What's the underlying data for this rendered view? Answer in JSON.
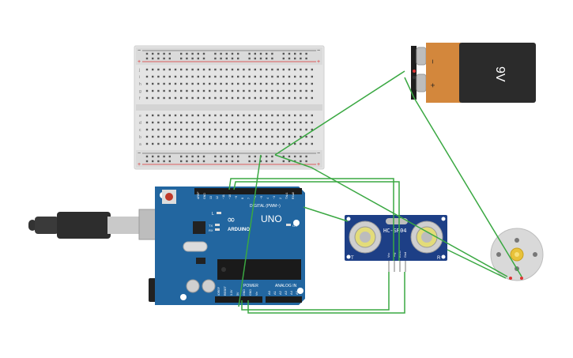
{
  "battery": {
    "label": "9V",
    "minus": "−",
    "plus": "+",
    "body_color": "#2b2b2b",
    "band_color": "#d3873c"
  },
  "arduino": {
    "board_name": "UNO",
    "brand": "ARDUINO",
    "digital_label": "DIGITAL (PWM~)",
    "analog_label": "ANALOG IN",
    "power_label": "POWER",
    "led_l": "L",
    "led_tx": "TX",
    "led_rx": "RX",
    "led_on": "ON",
    "board_color": "#2266a0",
    "digital_pins": [
      "AREF",
      "GND",
      "13",
      "12",
      "~11",
      "~10",
      "~9",
      "8",
      "7",
      "~6",
      "~5",
      "4",
      "~3",
      "2",
      "TX▸1",
      "RX◂0"
    ],
    "power_pins": [
      "IOREF",
      "RESET",
      "3.3V",
      "5V",
      "GND",
      "GND",
      "Vin"
    ],
    "analog_pins": [
      "A0",
      "A1",
      "A2",
      "A3",
      "A4",
      "A5"
    ]
  },
  "sensor": {
    "model": "HC-SR04",
    "left_mark": "T",
    "right_mark": "R",
    "pins": [
      "Vcc",
      "Trig",
      "Echo",
      "Gnd"
    ],
    "board_color": "#1d3f86"
  },
  "breadboard": {
    "rows_top": [
      "j",
      "i",
      "h",
      "g",
      "f"
    ],
    "rows_bottom": [
      "e",
      "d",
      "c",
      "b",
      "a"
    ],
    "columns": 30,
    "minus": "−",
    "plus": "+"
  },
  "motor": {
    "shaft_color": "#e8c23a",
    "body_color": "#d9d9d9"
  },
  "wires": {
    "color": "#3aa842"
  }
}
